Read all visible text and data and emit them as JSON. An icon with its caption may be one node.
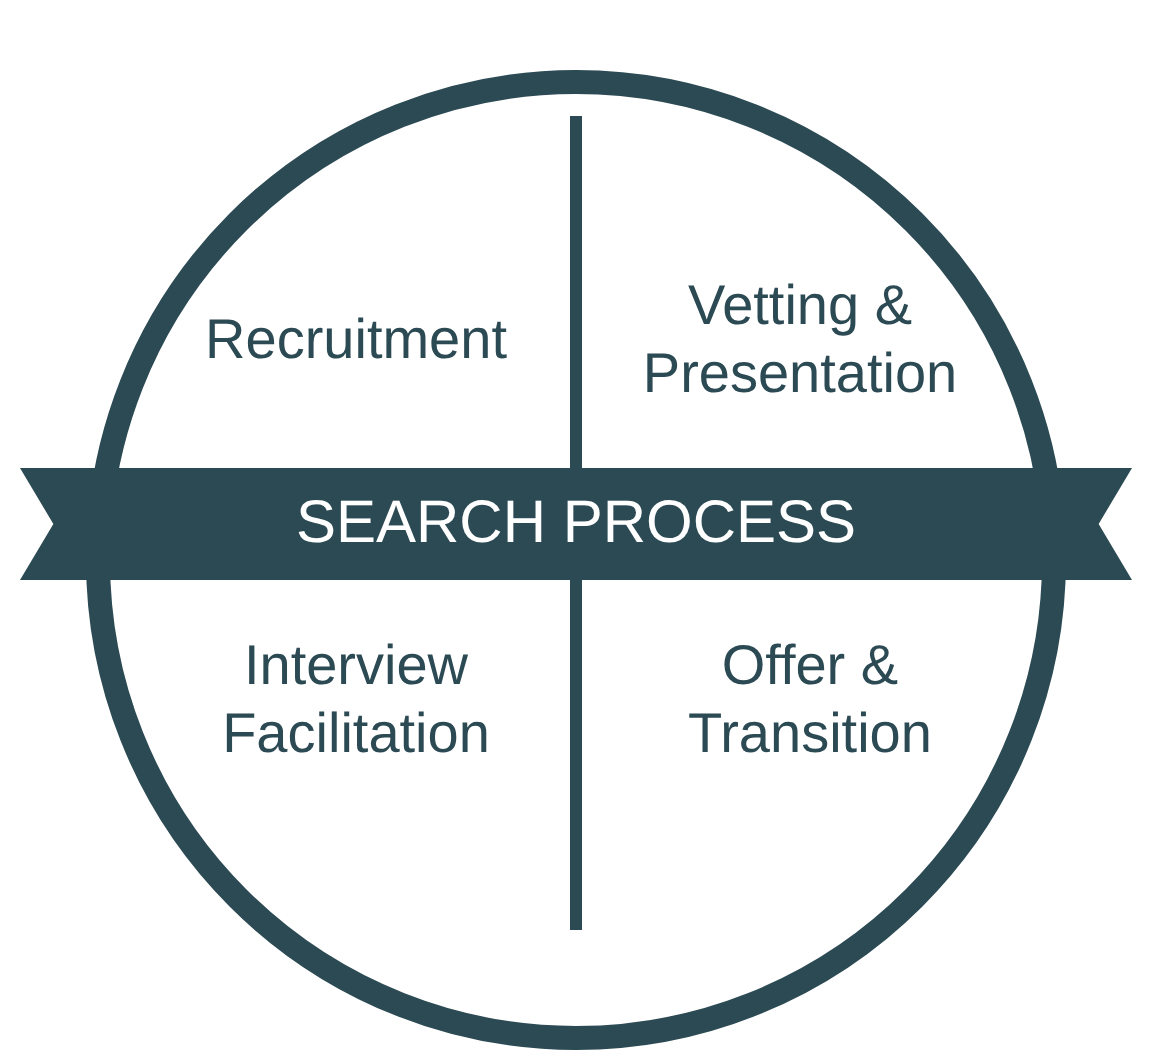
{
  "diagram": {
    "nodes": [
      {
        "text": [
          "Recruitment",
          "Vetting & Presentation",
          "Interview Facilitation",
          "Offer & Transition"
        ]
      },
      {
        "text": [
          "SEARCH PROCESS"
        ]
      }
    ]
  }
}
